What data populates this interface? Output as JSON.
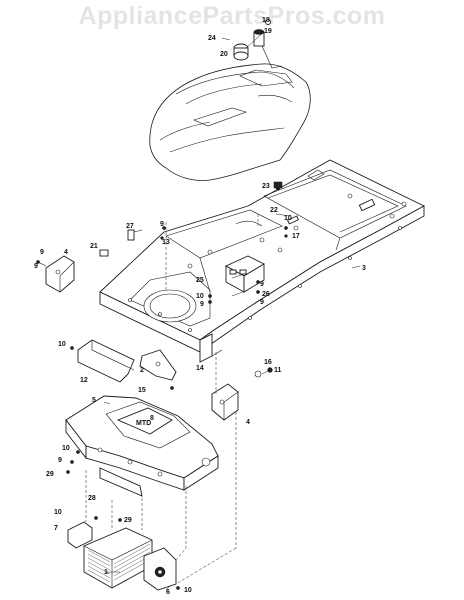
{
  "watermark": "AppliancePartsPros.com",
  "callouts": {
    "c1": "1",
    "c2": "2",
    "c3": "3",
    "c4a": "4",
    "c4b": "4",
    "c5": "5",
    "c6": "6",
    "c7": "7",
    "c8": "8",
    "c9a": "9",
    "c9b": "9",
    "c9c": "9",
    "c9d": "9",
    "c9e": "9",
    "c9f": "9",
    "c10a": "10",
    "c10b": "10",
    "c10c": "10",
    "c10d": "10",
    "c10e": "10",
    "c10f": "10",
    "c11": "11",
    "c12": "12",
    "c13": "13",
    "c14": "14",
    "c15": "15",
    "c16": "16",
    "c17": "17",
    "c18": "18",
    "c19": "19",
    "c20": "20",
    "c21": "21",
    "c22": "22",
    "c23": "23",
    "c24": "24",
    "c25": "25",
    "c26": "26",
    "c27": "27",
    "c28": "28",
    "c29a": "29",
    "c29b": "29"
  },
  "colors": {
    "line": "#1a1a1a",
    "watermark": "#e4e4e4",
    "background": "#ffffff"
  }
}
